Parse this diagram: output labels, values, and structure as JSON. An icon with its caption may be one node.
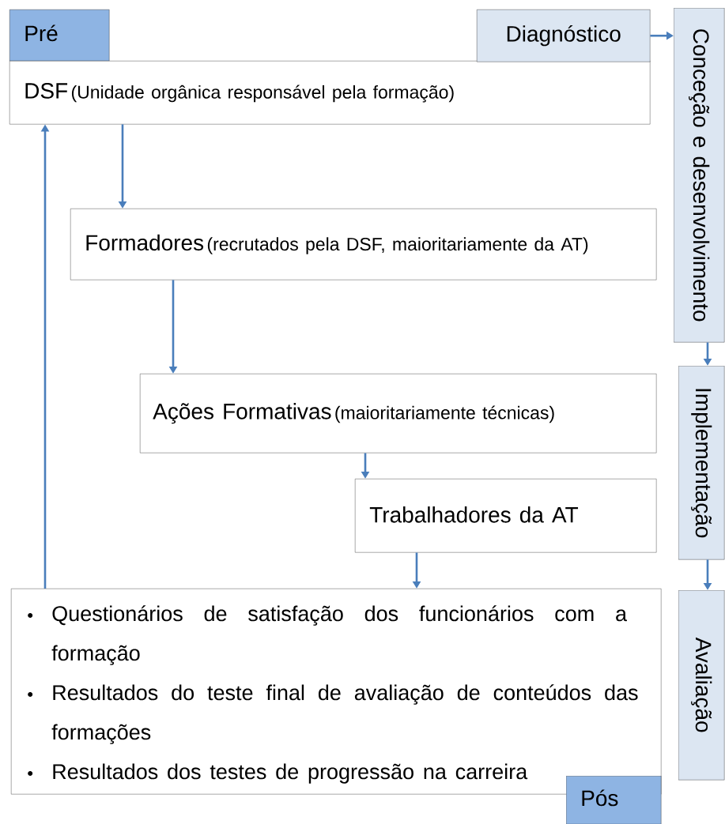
{
  "diagram": {
    "nodes": [
      {
        "text": [
          "Pré"
        ]
      },
      {
        "text": [
          "DSF",
          "(Unidade orgânica responsável pela formação)"
        ]
      },
      {
        "text": [
          "Diagnóstico"
        ]
      },
      {
        "text": [
          "Conceção e desenvolvimento"
        ]
      },
      {
        "text": [
          "Formadores",
          "(recrutados pela DSF, maioritariamente da AT)"
        ]
      },
      {
        "text": [
          "Ações Formativas",
          "(maioritariamente técnicas)"
        ]
      },
      {
        "text": [
          "Trabalhadores da AT"
        ]
      },
      {
        "text": [
          "Questionários de satisfação dos funcionários com a formação",
          "Resultados do teste final de avaliação de conteúdos das formações",
          "Resultados dos testes de progressão na carreira"
        ]
      },
      {
        "text": [
          "Pós"
        ]
      },
      {
        "text": [
          "Implementação"
        ]
      },
      {
        "text": [
          "Avaliação"
        ]
      }
    ],
    "edges": [
      {
        "from": 2,
        "to": 3,
        "arrow": "to"
      },
      {
        "from": 1,
        "to": 4,
        "arrow": "to"
      },
      {
        "from": 4,
        "to": 5,
        "arrow": "to"
      },
      {
        "from": 5,
        "to": 6,
        "arrow": "to"
      },
      {
        "from": 6,
        "to": 7,
        "arrow": "to"
      },
      {
        "from": 7,
        "to": 1,
        "arrow": "to"
      },
      {
        "from": 3,
        "to": 9,
        "arrow": "to"
      },
      {
        "from": 9,
        "to": 10,
        "arrow": "to"
      }
    ]
  }
}
